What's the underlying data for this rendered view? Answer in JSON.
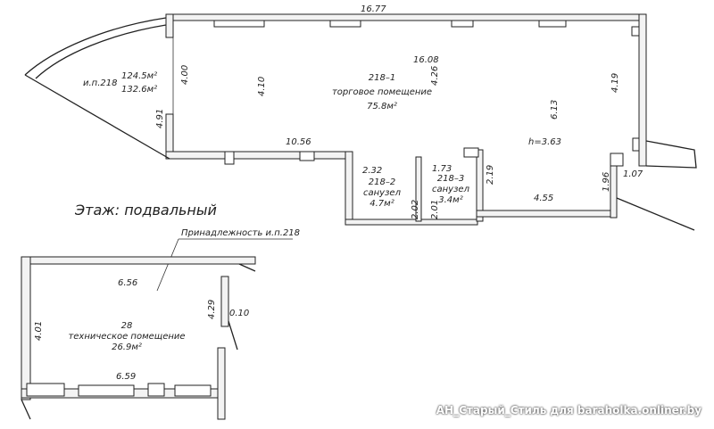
{
  "floor_label": "Этаж: подвальный",
  "ownership_label": "Принадлежность и.п.218",
  "unit_label": "и.п.218",
  "unit_area_1": "124.5м²",
  "unit_area_2": "132.6м²",
  "rooms": {
    "r1_id": "218–1",
    "r1_name": "торговое помещение",
    "r1_area": "75.8м²",
    "r2_id": "218–2",
    "r2_name": "санузел",
    "r2_area": "4.7м²",
    "r3_id": "218–3",
    "r3_name": "санузел",
    "r3_area": "3.4м²",
    "r4_id": "28",
    "r4_name": "техническое помещение",
    "r4_area": "26.9м²"
  },
  "height_label": "h=3.63",
  "dims": {
    "d_16_77": "16.77",
    "d_16_08": "16.08",
    "d_4_00": "4.00",
    "d_4_10": "4.10",
    "d_4_26": "4.26",
    "d_6_13": "6.13",
    "d_4_19": "4.19",
    "d_4_91": "4.91",
    "d_10_56": "10.56",
    "d_2_32": "2.32",
    "d_1_73": "1.73",
    "d_2_19": "2.19",
    "d_1_07": "1.07",
    "d_1_96": "1.96",
    "d_4_55": "4.55",
    "d_2_02": "2.02",
    "d_2_01": "2.01",
    "d_6_56": "6.56",
    "d_4_29": "4.29",
    "d_0_10": "0.10",
    "d_4_01": "4.01",
    "d_6_59": "6.59"
  },
  "watermark": "АН_Старый_Стиль для baraholka.onliner.by"
}
